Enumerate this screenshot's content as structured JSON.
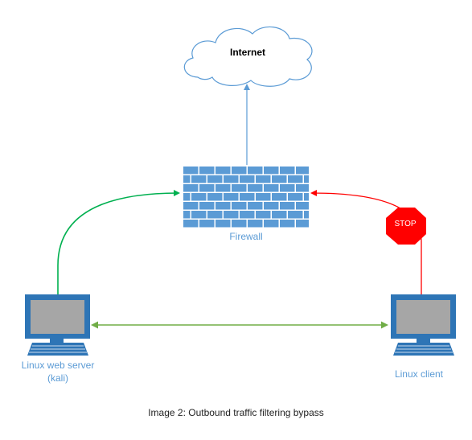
{
  "nodes": {
    "internet": {
      "label": "Internet"
    },
    "firewall": {
      "label": "Firewall"
    },
    "web_server": {
      "label_line1": "Linux web server",
      "label_line2": "(kali)"
    },
    "client": {
      "label": "Linux client"
    },
    "stop_sign": {
      "label": "STOP"
    }
  },
  "caption": "Image 2: Outbound traffic filtering bypass",
  "colors": {
    "label_blue": "#5b9bd5",
    "arrow_blue": "#5b9bd5",
    "arrow_green": "#00b050",
    "arrow_light_green": "#70ad47",
    "arrow_red": "#ff0000",
    "firewall_brick": "#5b9bd5",
    "stop_red": "#ff0000"
  },
  "connections": [
    {
      "from": "firewall",
      "to": "internet",
      "color": "blue"
    },
    {
      "from": "web_server",
      "to": "firewall",
      "color": "green"
    },
    {
      "from": "client",
      "to": "firewall",
      "color": "red",
      "blocked": true
    },
    {
      "from": "web_server",
      "to": "client",
      "color": "light-green",
      "bidirectional": true
    }
  ]
}
